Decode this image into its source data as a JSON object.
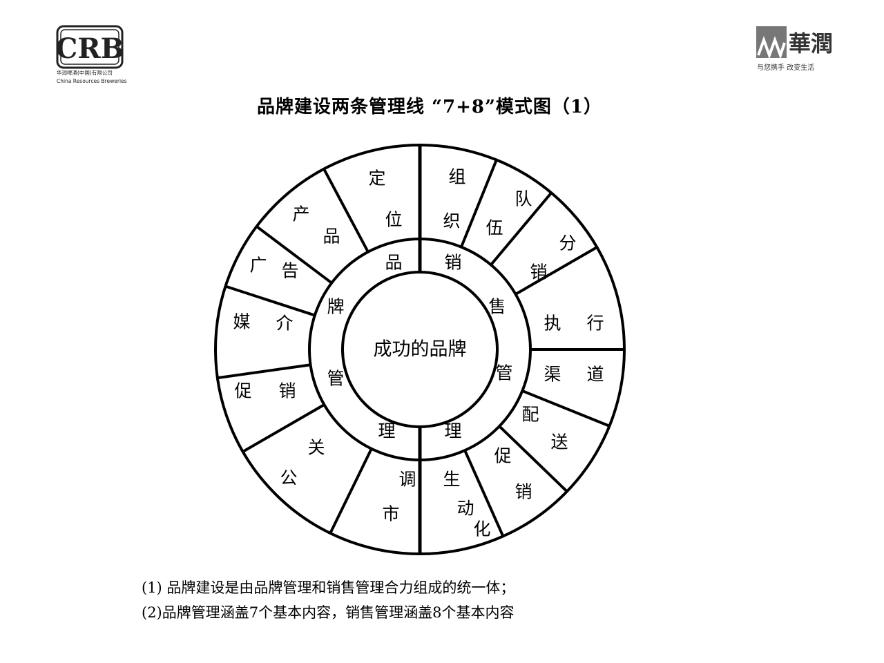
{
  "header": {
    "left_logo": {
      "monogram": "CRB",
      "chinese": "华润啤酒(中国)有限公司",
      "english": "China Resources Breweries"
    },
    "right_logo": {
      "brand": "華潤",
      "slogan": "与您携手 改变生活"
    }
  },
  "title": "品牌建设两条管理线 “7+8”模式图（1）",
  "diagram": {
    "center": "成功的品牌",
    "inner_left": [
      "品",
      "牌",
      "管",
      "理"
    ],
    "inner_right": [
      "销",
      "售",
      "管",
      "理"
    ],
    "outer_left": [
      {
        "name": "定位",
        "chars": [
          "定",
          "位"
        ]
      },
      {
        "name": "产品",
        "chars": [
          "产",
          "品"
        ]
      },
      {
        "name": "广告",
        "chars": [
          "广",
          "告"
        ]
      },
      {
        "name": "媒介",
        "chars": [
          "媒",
          "介"
        ]
      },
      {
        "name": "促销",
        "chars": [
          "促",
          "销"
        ]
      },
      {
        "name": "公关",
        "chars": [
          "公",
          "关"
        ]
      },
      {
        "name": "市调",
        "chars": [
          "市",
          "调"
        ]
      }
    ],
    "outer_right": [
      {
        "name": "组织",
        "chars": [
          "组",
          "织"
        ]
      },
      {
        "name": "队伍",
        "chars": [
          "队",
          "伍"
        ]
      },
      {
        "name": "分销",
        "chars": [
          "分",
          "销"
        ]
      },
      {
        "name": "执行",
        "chars": [
          "执",
          "行"
        ]
      },
      {
        "name": "渠道",
        "chars": [
          "渠",
          "道"
        ]
      },
      {
        "name": "配送",
        "chars": [
          "配",
          "送"
        ]
      },
      {
        "name": "促销",
        "chars": [
          "促",
          "销"
        ]
      },
      {
        "name": "生动化",
        "chars": [
          "生",
          "动",
          "化"
        ]
      }
    ]
  },
  "notes": [
    "(1) 品牌建设是由品牌管理和销售管理合力组成的统一体；",
    "(2)品牌管理涵盖7个基本内容，销售管理涵盖8个基本内容"
  ]
}
